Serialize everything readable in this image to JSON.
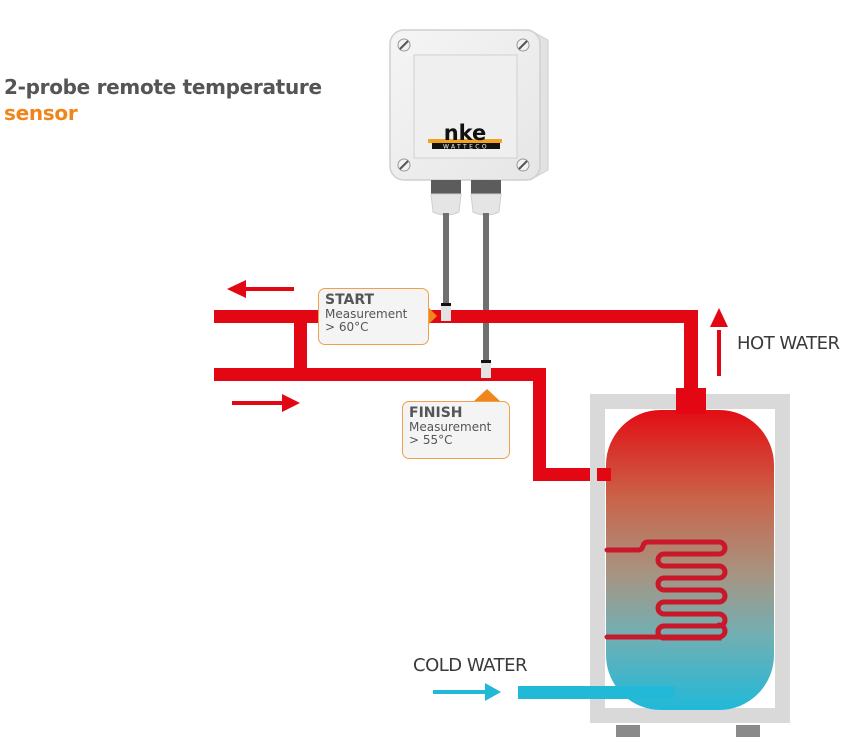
{
  "title": {
    "line1": "2-probe remote temperature",
    "line2": "sensor"
  },
  "device": {
    "brand": "nke",
    "sub_brand": "WATTECO"
  },
  "callouts": {
    "start": {
      "title": "START",
      "line1": "Measurement",
      "line2": "> 60°C"
    },
    "finish": {
      "title": "FINISH",
      "line1": "Measurement",
      "line2": "> 55°C"
    }
  },
  "labels": {
    "hot_water": "HOT WATER",
    "cold_water": "COLD WATER"
  },
  "colors": {
    "pipe_hot": "#e30613",
    "pipe_cold": "#22b8d8",
    "accent_orange": "#f0861b",
    "coil": "#c8182a",
    "frame": "#d9d9d9",
    "probe": "#707070"
  }
}
